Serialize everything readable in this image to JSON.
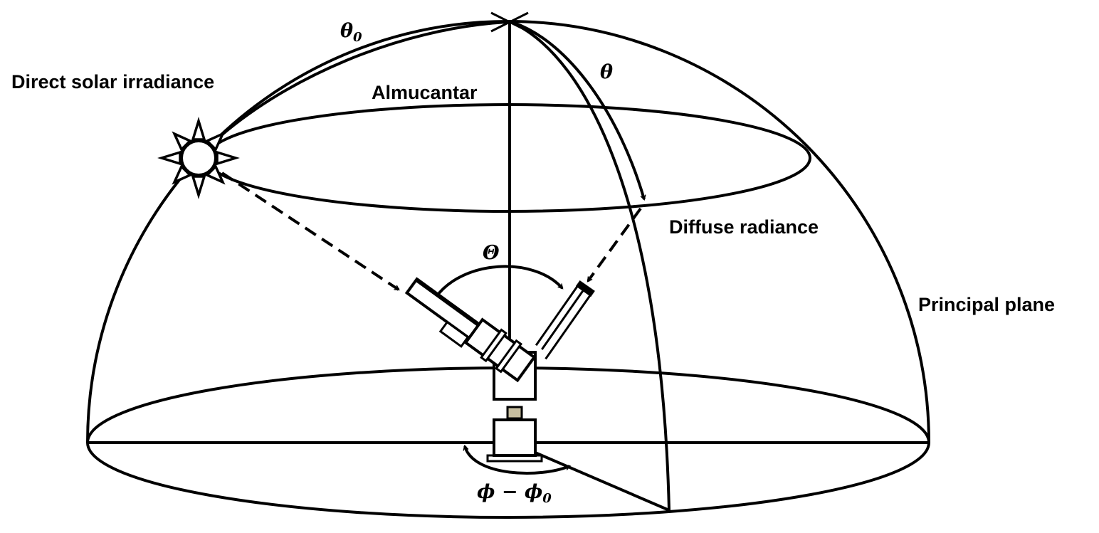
{
  "labels": {
    "direct_solar": "Direct solar irradiance",
    "almucantar": "Almucantar",
    "diffuse": "Diffuse radiance",
    "principal_plane": "Principal plane"
  },
  "symbols": {
    "solar_zenith": "θ",
    "solar_zenith_sub": "0",
    "view_zenith": "θ",
    "scattering_angle": "Θ",
    "azimuth": "ϕ − ϕ",
    "azimuth_sub": "0"
  },
  "colors": {
    "stroke": "#000000",
    "mount": "#c8bfa0"
  }
}
